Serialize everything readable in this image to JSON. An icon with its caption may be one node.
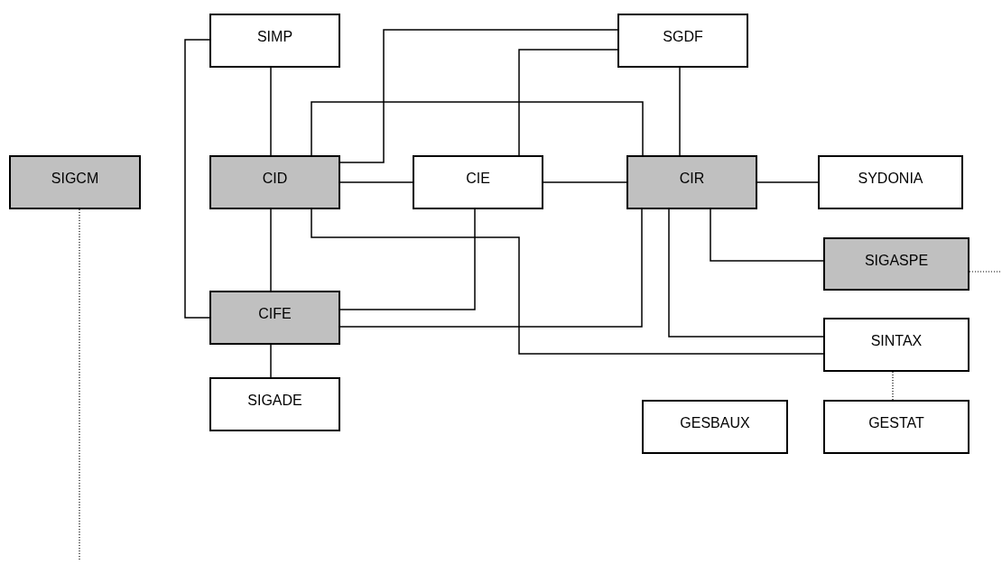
{
  "diagram": {
    "nodes": [
      {
        "text": [
          "SIMP"
        ]
      },
      {
        "text": [
          "SGDF"
        ]
      },
      {
        "text": [
          "SIGCM"
        ]
      },
      {
        "text": [
          "CID"
        ]
      },
      {
        "text": [
          "CIE"
        ]
      },
      {
        "text": [
          "CIR"
        ]
      },
      {
        "text": [
          "SYDONIA"
        ]
      },
      {
        "text": [
          "SIGASPE"
        ]
      },
      {
        "text": [
          "CIFE"
        ]
      },
      {
        "text": [
          "SINTAX"
        ]
      },
      {
        "text": [
          "SIGADE"
        ]
      },
      {
        "text": [
          "GESBAUX"
        ]
      },
      {
        "text": [
          "GESTAT"
        ]
      }
    ],
    "edges": [
      {
        "from": 0,
        "to": 3,
        "arrow": "none"
      },
      {
        "from": 0,
        "to": 8,
        "arrow": "none"
      },
      {
        "from": 1,
        "to": 3,
        "arrow": "none"
      },
      {
        "from": 1,
        "to": 4,
        "arrow": "none"
      },
      {
        "from": 1,
        "to": 5,
        "arrow": "none"
      },
      {
        "from": 3,
        "to": 5,
        "arrow": "none"
      },
      {
        "from": 3,
        "to": 4,
        "arrow": "none"
      },
      {
        "from": 4,
        "to": 5,
        "arrow": "none"
      },
      {
        "from": 5,
        "to": 6,
        "arrow": "none"
      },
      {
        "from": 5,
        "to": 7,
        "arrow": "none"
      },
      {
        "from": 7,
        "to": null,
        "arrow": "none",
        "style": "dashed"
      },
      {
        "from": 3,
        "to": 9,
        "arrow": "none"
      },
      {
        "from": 4,
        "to": 8,
        "arrow": "none"
      },
      {
        "from": 5,
        "to": 8,
        "arrow": "none"
      },
      {
        "from": 5,
        "to": 9,
        "arrow": "none"
      },
      {
        "from": 3,
        "to": 8,
        "arrow": "none"
      },
      {
        "from": 8,
        "to": 10,
        "arrow": "none"
      },
      {
        "from": 9,
        "to": 12,
        "arrow": "none",
        "style": "dashed"
      },
      {
        "from": 2,
        "to": null,
        "arrow": "none",
        "style": "dashed"
      }
    ]
  }
}
